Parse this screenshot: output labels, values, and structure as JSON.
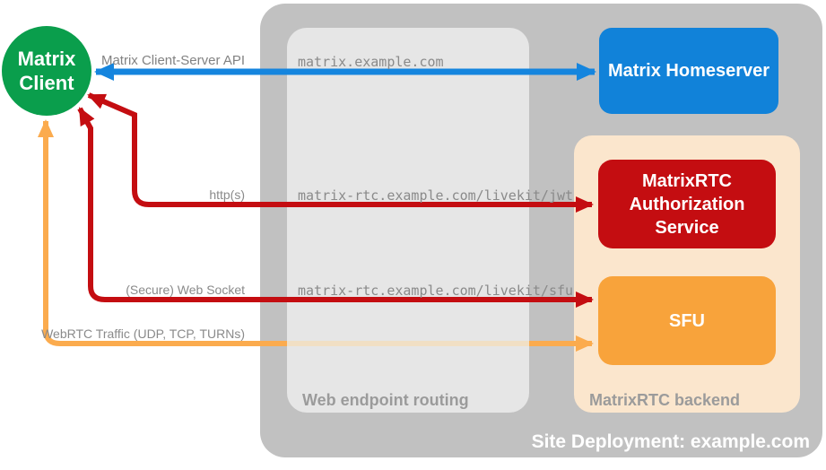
{
  "client": {
    "label": "Matrix\nClient"
  },
  "homeserver": {
    "label": "Matrix Homeserver"
  },
  "backend": {
    "label": "MatrixRTC backend",
    "auth_service": {
      "label": "MatrixRTC\nAuthorization\nService"
    },
    "sfu": {
      "label": "SFU"
    }
  },
  "routing": {
    "label": "Web endpoint routing",
    "endpoints": {
      "homeserver": "matrix.example.com",
      "jwt": "matrix-rtc.example.com/livekit/jwt",
      "sfu": "matrix-rtc.example.com/livekit/sfu"
    }
  },
  "arrows": {
    "client_server_api": {
      "label": "Matrix Client-Server API",
      "color": "#1585de"
    },
    "http": {
      "label": "http(s)",
      "color": "#c40d11"
    },
    "websocket": {
      "label": "(Secure) Web Socket",
      "color": "#c40d11"
    },
    "webrtc": {
      "label": "WebRTC Traffic (UDP, TCP, TURNs)",
      "color": "#fbab4e"
    }
  },
  "site": {
    "title": "Site Deployment: example.com"
  },
  "colors": {
    "client_green": "#0a9e4c",
    "homeserver_blue": "#1182d9",
    "auth_red": "#c40d11",
    "sfu_orange": "#f8a33b",
    "site_container_gray": "#c1c1c1",
    "routing_box_gray": "#e6e6e6",
    "backend_peach": "#fbe6cd"
  }
}
